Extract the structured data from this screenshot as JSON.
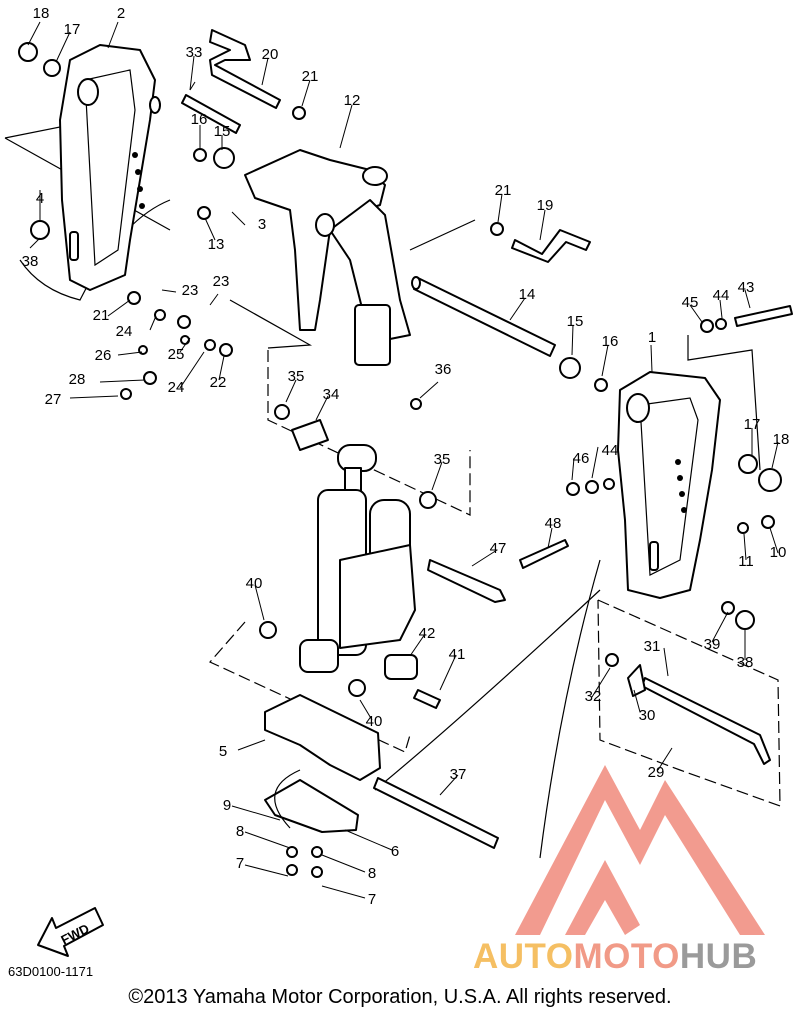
{
  "diagram": {
    "callouts": [
      "1",
      "2",
      "3",
      "4",
      "5",
      "6",
      "7",
      "8",
      "9",
      "10",
      "11",
      "12",
      "13",
      "14",
      "15",
      "16",
      "17",
      "18",
      "19",
      "20",
      "21",
      "22",
      "23",
      "24",
      "25",
      "26",
      "27",
      "28",
      "29",
      "30",
      "31",
      "32",
      "33",
      "34",
      "35",
      "36",
      "37",
      "38",
      "39",
      "40",
      "41",
      "42",
      "43",
      "44",
      "45",
      "46",
      "47",
      "48"
    ],
    "fwd_label": "FWD"
  },
  "footer": {
    "code": "63D0100-1171",
    "copyright": "©2013 Yamaha Motor Corporation, U.S.A. All rights reserved."
  },
  "watermark": {
    "part1": "AUTO",
    "part2": "MOTO",
    "part3": "HUB",
    "colors": {
      "auto": "#f5bf63",
      "moto": "#f19a87",
      "hub": "#9a9a9a",
      "emblem": "#f08a7c"
    }
  }
}
